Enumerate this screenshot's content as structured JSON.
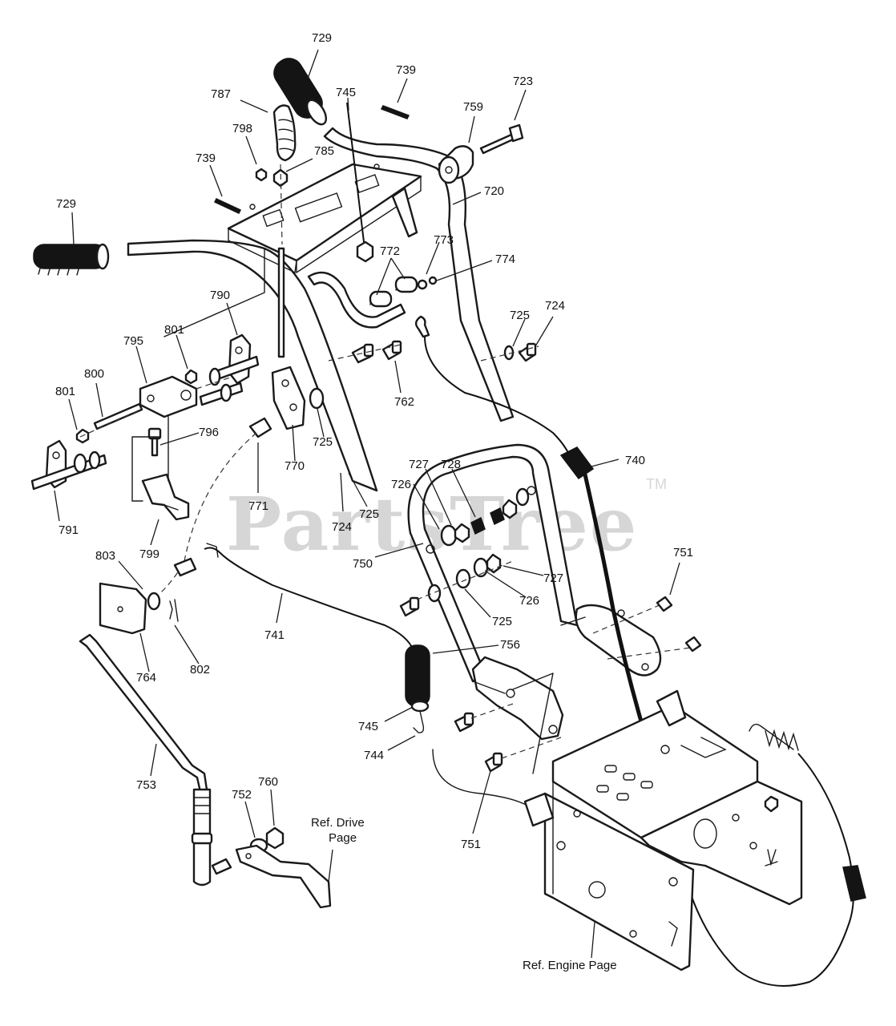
{
  "watermark": {
    "text": "PartsTree",
    "tm": "TM"
  },
  "refs": {
    "drive_1": "Ref. Drive",
    "drive_2": "Page",
    "engine": "Ref. Engine Page"
  },
  "part_labels": [
    "729",
    "787",
    "745",
    "739",
    "723",
    "759",
    "798",
    "785",
    "739",
    "720",
    "729",
    "773",
    "772",
    "774",
    "790",
    "725",
    "724",
    "801",
    "795",
    "800",
    "762",
    "801",
    "796",
    "725",
    "770",
    "740",
    "727",
    "728",
    "726",
    "771",
    "724",
    "725",
    "791",
    "799",
    "750",
    "751",
    "727",
    "803",
    "726",
    "741",
    "725",
    "756",
    "764",
    "802",
    "745",
    "744",
    "753",
    "760",
    "752",
    "751"
  ]
}
